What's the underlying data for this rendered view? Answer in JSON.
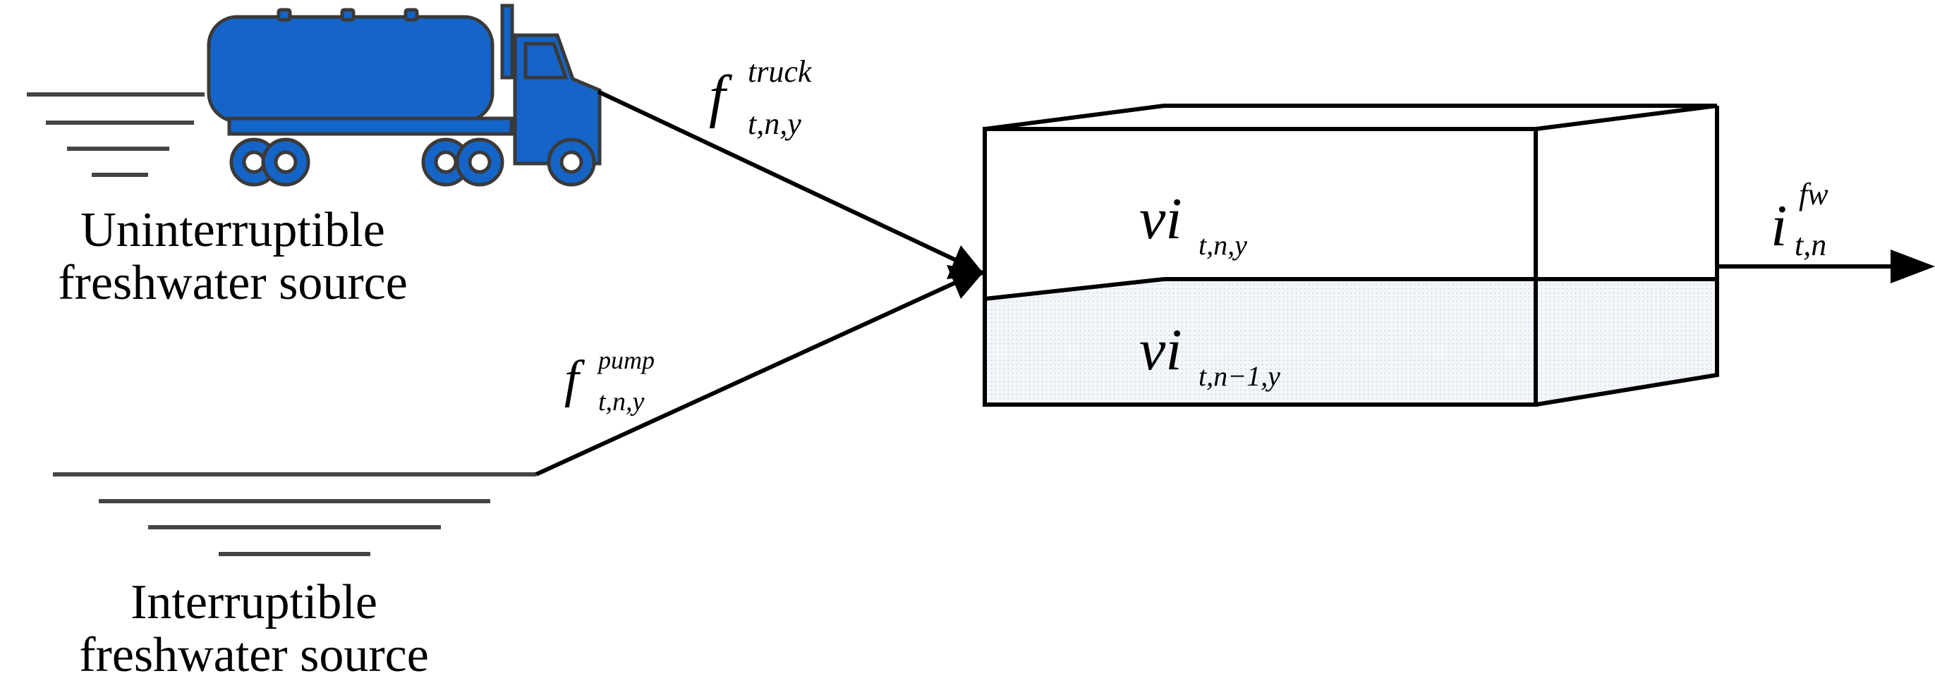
{
  "sources": {
    "uninterruptible": {
      "line1": "Uninterruptible",
      "line2": "freshwater source"
    },
    "interruptible": {
      "line1": "Interruptible",
      "line2": "freshwater source"
    }
  },
  "flows": {
    "truck": {
      "base": "f",
      "sup": "truck",
      "sub": "t,n,y"
    },
    "pump": {
      "base": "f",
      "sup": "pump",
      "sub": "t,n,y"
    },
    "outflow": {
      "base": "i",
      "sup": "fw",
      "sub": "t,n"
    }
  },
  "tank": {
    "current": {
      "base": "vi",
      "sub": "t,n,y"
    },
    "previous": {
      "base": "vi",
      "sub": "t,n−1,y"
    }
  },
  "colors": {
    "truck_body": "#1565C8",
    "truck_outline": "#3a3a3a",
    "water_fill": "#f1f4f8",
    "line": "#000000",
    "water_lines": "#444444"
  }
}
